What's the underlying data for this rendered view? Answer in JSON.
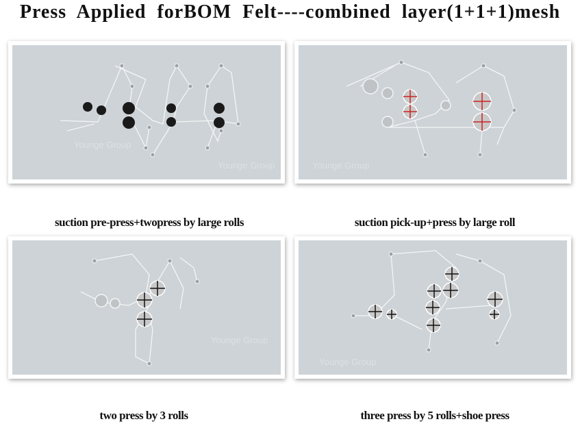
{
  "title": "Press  Applied  forBOM  Felt----combined  layer(1+1+1)mesh",
  "watermark": "Younge Group",
  "panels": [
    {
      "caption": "suction pre-press+twopress by large rolls"
    },
    {
      "caption": "suction pick-up+press by large roll"
    },
    {
      "caption": "two press by 3  rolls"
    },
    {
      "caption": "three press by 5 rolls+shoe press"
    }
  ]
}
